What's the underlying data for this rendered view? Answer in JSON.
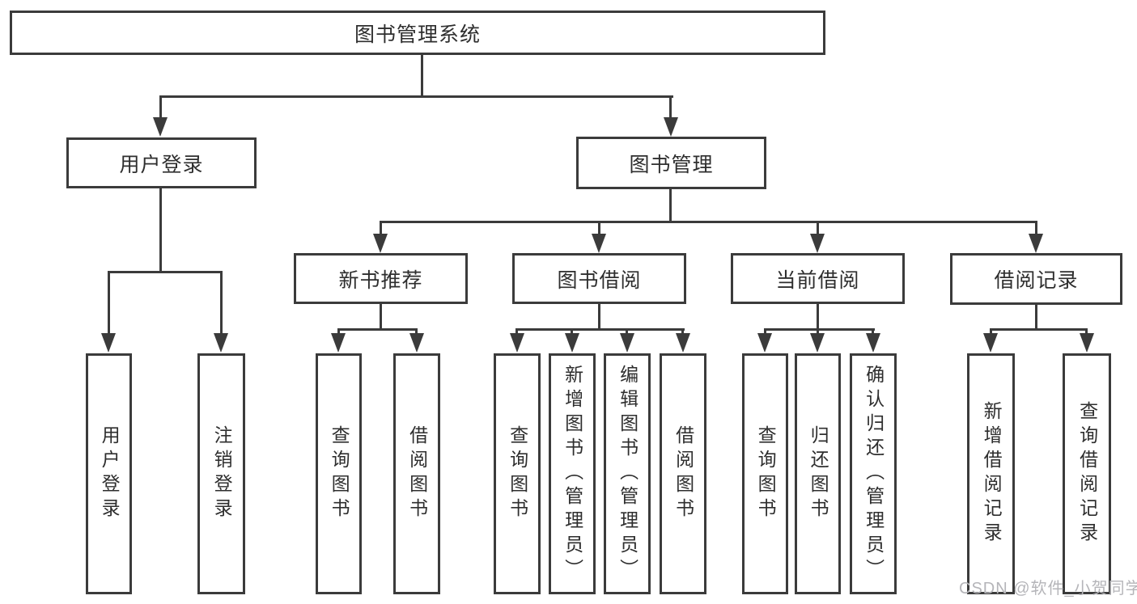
{
  "diagram": {
    "colors": {
      "line": "#3b3b3b",
      "text": "#2e2e2e",
      "background": "#ffffff",
      "watermark": "#b5b5b9"
    },
    "root": {
      "label": "图书管理系统"
    },
    "level2": [
      {
        "label": "用户登录"
      },
      {
        "label": "图书管理"
      }
    ],
    "level3": [
      {
        "label": "新书推荐"
      },
      {
        "label": "图书借阅"
      },
      {
        "label": "当前借阅"
      },
      {
        "label": "借阅记录"
      }
    ],
    "leaves": [
      {
        "label": "用户登录"
      },
      {
        "label": "注销登录"
      },
      {
        "label": "查询图书"
      },
      {
        "label": "借阅图书"
      },
      {
        "label": "查询图书"
      },
      {
        "label": "新增图书（管理员）"
      },
      {
        "label": "编辑图书（管理员）"
      },
      {
        "label": "借阅图书"
      },
      {
        "label": "查询图书"
      },
      {
        "label": "归还图书"
      },
      {
        "label": "确认归还（管理员）"
      },
      {
        "label": "新增借阅记录"
      },
      {
        "label": "查询借阅记录"
      }
    ],
    "watermark": "CSDN @软件_小贺同学"
  }
}
